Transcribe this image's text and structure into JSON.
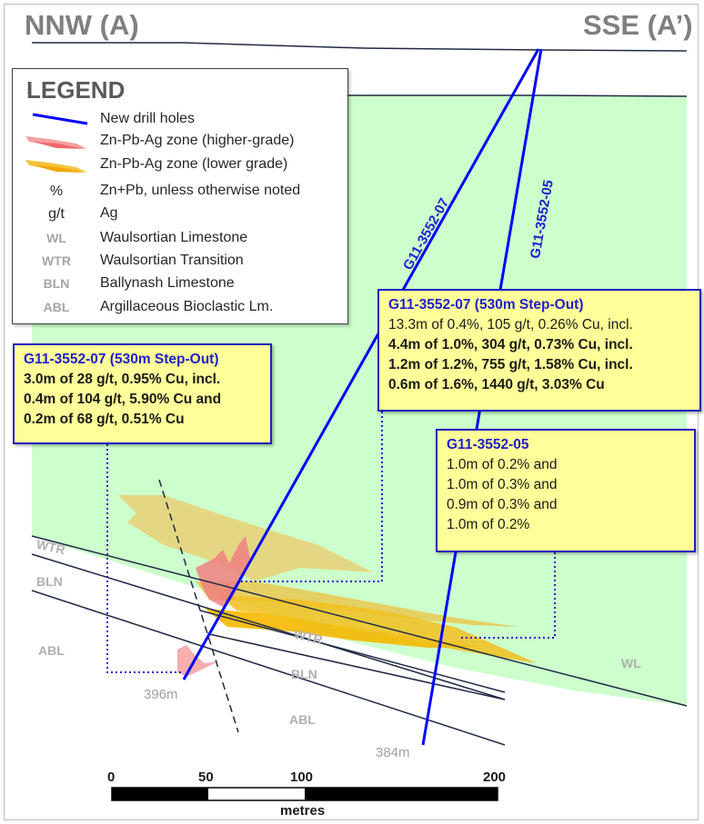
{
  "section": {
    "left_end": "NNW (A)",
    "right_end": "SSE (A’)"
  },
  "legend": {
    "title": "LEGEND",
    "items": [
      {
        "symbol": "line",
        "label": "New drill holes",
        "color": "#0000ff"
      },
      {
        "symbol": "pink-zone",
        "label": "Zn-Pb-Ag zone (higher-grade)",
        "color": "#f4a0a0"
      },
      {
        "symbol": "yellow-zone",
        "label": "Zn-Pb-Ag zone (lower grade)",
        "color": "#f5c33b"
      },
      {
        "symbol": "%",
        "label": "Zn+Pb, unless otherwise noted"
      },
      {
        "symbol": "g/t",
        "label": "Ag"
      },
      {
        "symbol": "WL",
        "label": "Waulsortian Limestone"
      },
      {
        "symbol": "WTR",
        "label": "Waulsortian Transition"
      },
      {
        "symbol": "BLN",
        "label": "Ballynash Limestone"
      },
      {
        "symbol": "ABL",
        "label": "Argillaceous Bioclastic Lm."
      }
    ]
  },
  "drill_holes": [
    {
      "id": "G11-3552-07",
      "end_depth": "396m"
    },
    {
      "id": "G11-3552-05",
      "end_depth": "384m"
    }
  ],
  "intercept_boxes": {
    "left": {
      "title": "G11-3552-07 (530m Step-Out)",
      "lines": [
        "3.0m of 28 g/t, 0.95% Cu, incl.",
        "0.4m of 104 g/t, 5.90% Cu and",
        "0.2m of 68 g/t, 0.51% Cu"
      ]
    },
    "upper_right": {
      "title": "G11-3552-07 (530m Step-Out)",
      "lines": [
        "13.3m of 0.4%, 105 g/t, 0.26% Cu, incl.",
        "4.4m of 1.0%, 304 g/t, 0.73% Cu, incl.",
        "1.2m of 1.2%, 755 g/t, 1.58% Cu, incl.",
        "0.6m of 1.6%, 1440 g/t, 3.03% Cu"
      ]
    },
    "lower_right": {
      "title": "G11-3552-05",
      "lines": [
        "1.0m of 0.2% and",
        "1.0m of 0.3% and",
        "0.9m of 0.3% and",
        "1.0m of 0.2%"
      ]
    }
  },
  "unit_labels": {
    "wl": "WL",
    "wtr_left": "WTR",
    "bln_left": "BLN",
    "abl_left": "ABL",
    "wtr_mid": "WTR",
    "bln_mid": "BLN",
    "abl_mid": "ABL"
  },
  "scale_bar": {
    "ticks": [
      "0",
      "50",
      "100",
      "200"
    ],
    "unit": "metres"
  },
  "colors": {
    "wl_fill": "#ccffcc",
    "drill_hole": "#0000ff",
    "box_fill": "#ffff99",
    "box_border": "#1f1fbf",
    "zone_yellow": "#e8cc66",
    "zone_orange": "#f5b800",
    "zone_pink": "#f08080"
  }
}
